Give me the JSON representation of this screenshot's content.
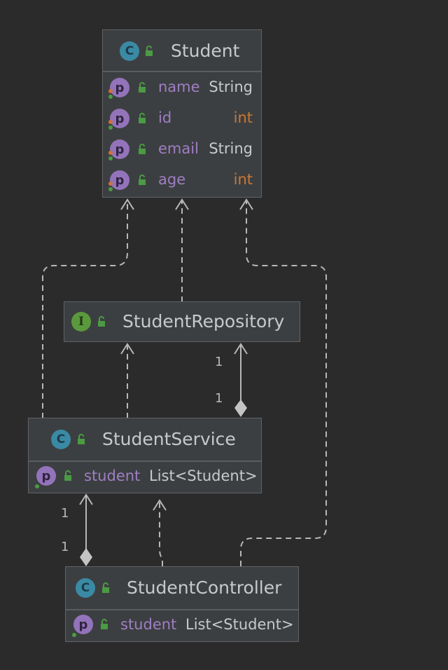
{
  "classes": {
    "student": {
      "name": "Student",
      "kind_icon": "class-icon",
      "fields": [
        {
          "name": "name",
          "type": "String"
        },
        {
          "name": "id",
          "type": "int"
        },
        {
          "name": "email",
          "type": "String"
        },
        {
          "name": "age",
          "type": "int"
        }
      ]
    },
    "repository": {
      "name": "StudentRepository",
      "kind_icon": "interface-icon"
    },
    "service": {
      "name": "StudentService",
      "kind_icon": "class-icon",
      "fields": [
        {
          "name": "student",
          "type": "List<Student>"
        }
      ]
    },
    "controller": {
      "name": "StudentController",
      "kind_icon": "class-icon",
      "fields": [
        {
          "name": "student",
          "type": "List<Student>"
        }
      ]
    }
  },
  "icons": {
    "class_letter": "C",
    "interface_letter": "I",
    "property_letter": "p"
  },
  "multiplicities": {
    "service_repository_top": "1",
    "service_repository_bottom": "1",
    "controller_service_top": "1",
    "controller_service_bottom": "1"
  },
  "colors": {
    "background": "#2b2b2b",
    "node_fill": "#3c3f41",
    "class_icon": "#3a8aa5",
    "interface_icon": "#5a9a3c",
    "property_icon": "#9373b9",
    "field_name": "#9f7ec3",
    "primitive_type": "#cc7832",
    "edge": "#b8b8b8"
  }
}
